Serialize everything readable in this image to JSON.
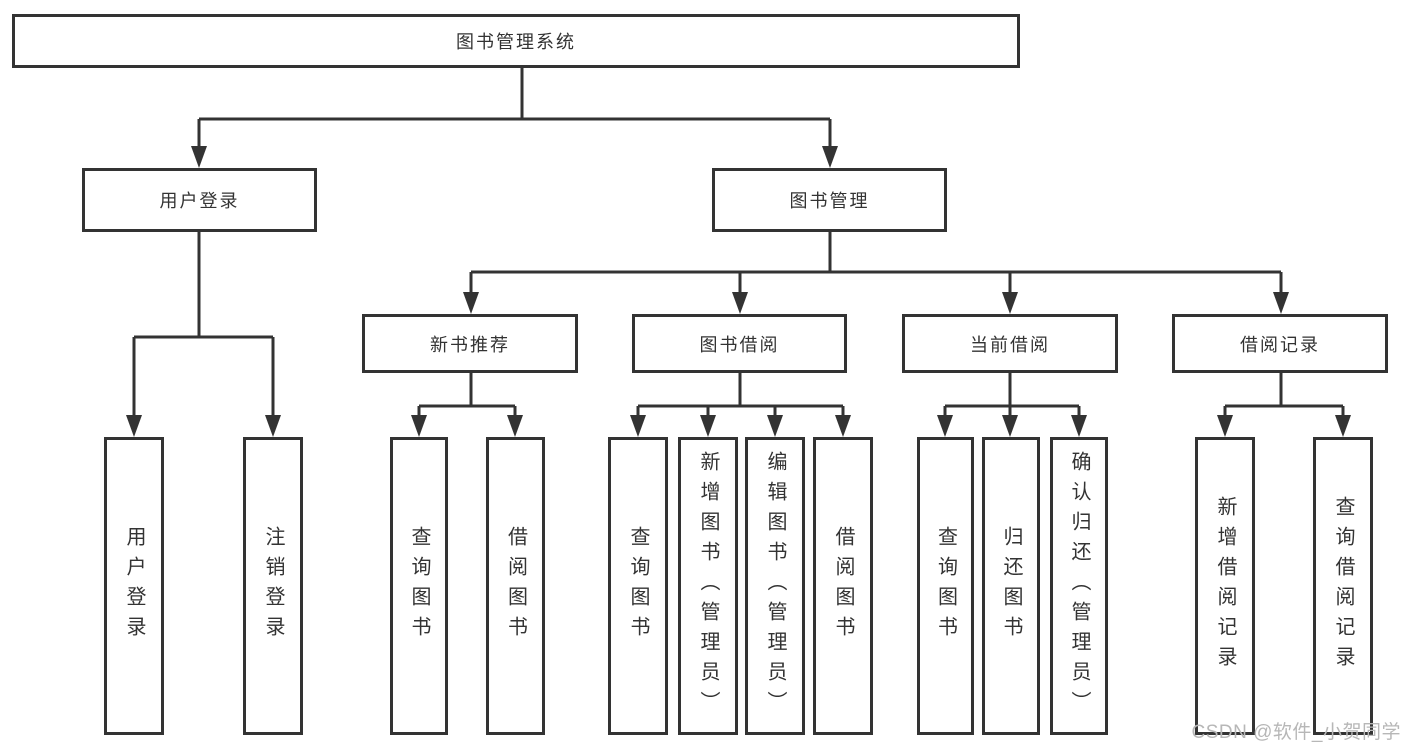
{
  "tree": {
    "label": "图书管理系统",
    "children": [
      {
        "label": "用户登录",
        "children": [
          {
            "label": "用户登录"
          },
          {
            "label": "注销登录"
          }
        ]
      },
      {
        "label": "图书管理",
        "children": [
          {
            "label": "新书推荐",
            "children": [
              {
                "label": "查询图书"
              },
              {
                "label": "借阅图书"
              }
            ]
          },
          {
            "label": "图书借阅",
            "children": [
              {
                "label": "查询图书"
              },
              {
                "label": "新增图书（管理员）"
              },
              {
                "label": "编辑图书（管理员）"
              },
              {
                "label": "借阅图书"
              }
            ]
          },
          {
            "label": "当前借阅",
            "children": [
              {
                "label": "查询图书"
              },
              {
                "label": "归还图书"
              },
              {
                "label": "确认归还（管理员）"
              }
            ]
          },
          {
            "label": "借阅记录",
            "children": [
              {
                "label": "新增借阅记录"
              },
              {
                "label": "查询借阅记录"
              }
            ]
          }
        ]
      }
    ]
  },
  "watermark": {
    "text": "CSDN @软件_小贺同学"
  },
  "colors": {
    "line": "#333333",
    "box_background": "#ffffff",
    "watermark": "#b7b7b7"
  }
}
